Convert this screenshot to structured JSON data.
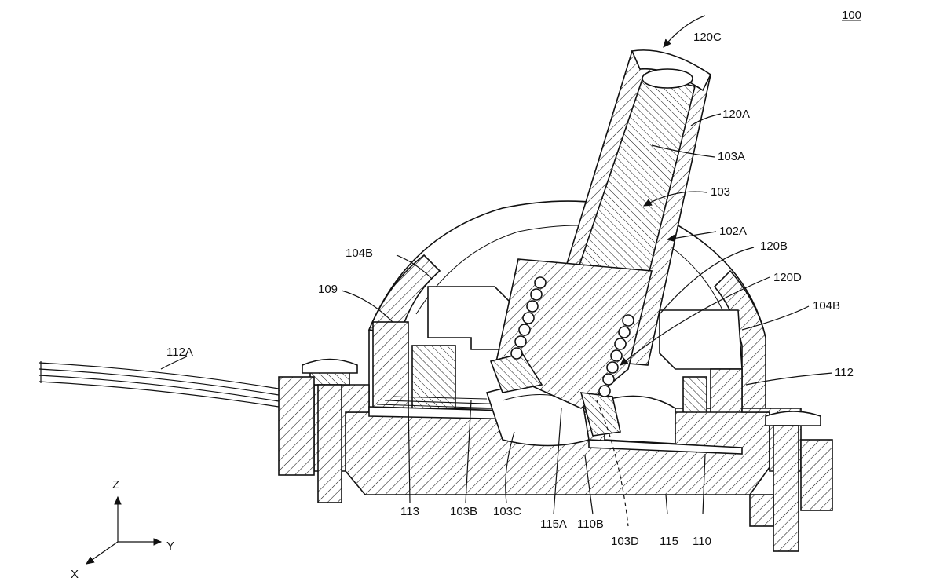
{
  "figure_number": "100",
  "labels": {
    "l120C": "120C",
    "l120A": "120A",
    "l103A": "103A",
    "l103": "103",
    "l102A": "102A",
    "l120B": "120B",
    "l120D": "120D",
    "l104B_left": "104B",
    "l104B_right": "104B",
    "l109": "109",
    "l112A": "112A",
    "l112": "112",
    "l113": "113",
    "l103B": "103B",
    "l103C": "103C",
    "l115A": "115A",
    "l110B": "110B",
    "l103D": "103D",
    "l115": "115",
    "l110": "110"
  },
  "axes": {
    "z": "Z",
    "y": "Y",
    "x": "X"
  }
}
